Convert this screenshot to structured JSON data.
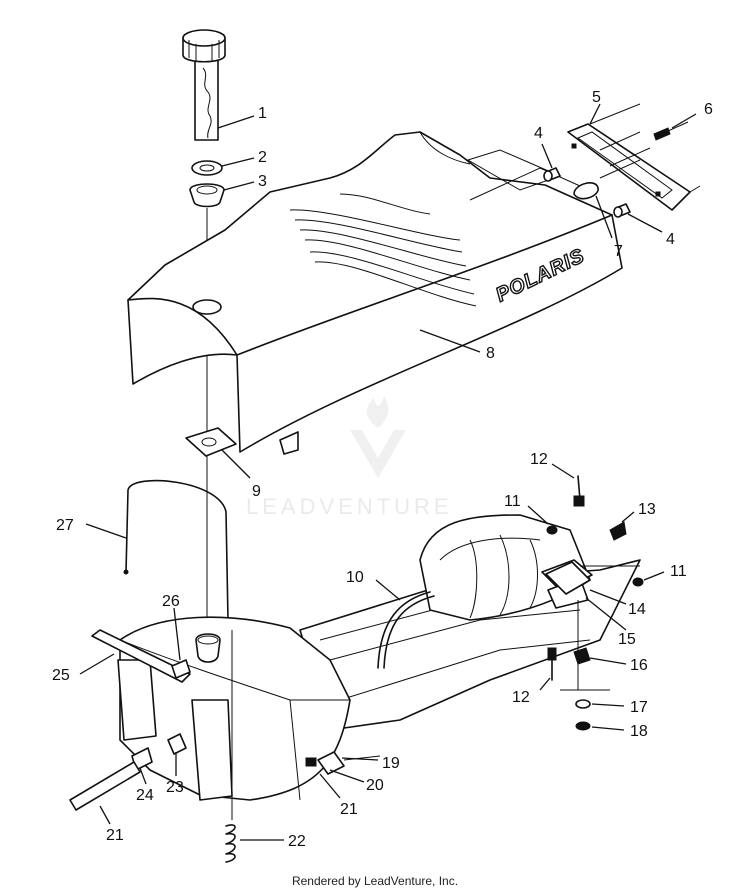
{
  "diagram": {
    "brand_mark": "POLARIS",
    "watermark": "LEADVENTURE",
    "footer": "Rendered by LeadVenture, Inc.",
    "callouts": {
      "c1": "1",
      "c2": "2",
      "c3": "3",
      "c4a": "4",
      "c4b": "4",
      "c5": "5",
      "c6": "6",
      "c7": "7",
      "c8": "8",
      "c9": "9",
      "c10": "10",
      "c11a": "11",
      "c11b": "11",
      "c12a": "12",
      "c12b": "12",
      "c13": "13",
      "c14": "14",
      "c15": "15",
      "c16": "16",
      "c17": "17",
      "c18": "18",
      "c19": "19",
      "c20": "20",
      "c21a": "21",
      "c21b": "21",
      "c22": "22",
      "c23": "23",
      "c24": "24",
      "c25": "25",
      "c26": "26",
      "c27": "27"
    }
  }
}
